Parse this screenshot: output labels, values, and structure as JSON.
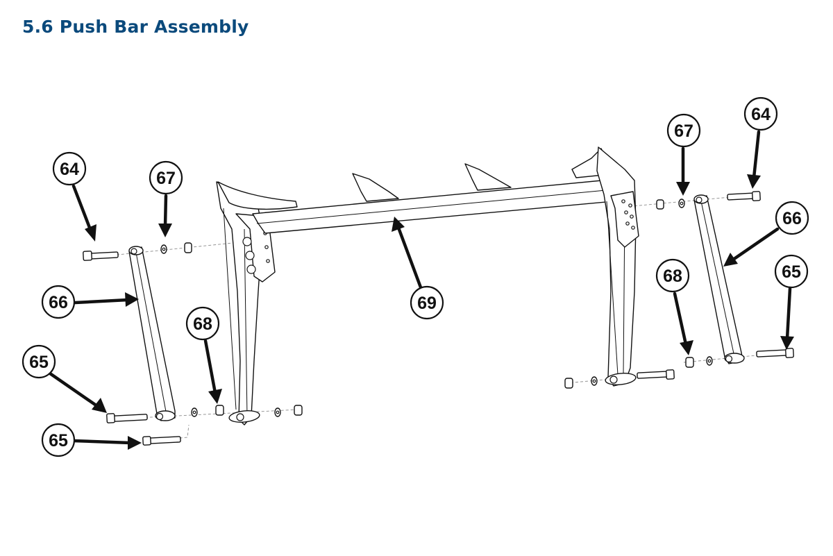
{
  "header": {
    "title": "5.6 Push Bar Assembly"
  },
  "callouts": [
    {
      "label": "64"
    },
    {
      "label": "67"
    },
    {
      "label": "66"
    },
    {
      "label": "65"
    },
    {
      "label": "65"
    },
    {
      "label": "68"
    },
    {
      "label": "69"
    },
    {
      "label": "67"
    },
    {
      "label": "64"
    },
    {
      "label": "66"
    },
    {
      "label": "68"
    },
    {
      "label": "65"
    }
  ]
}
